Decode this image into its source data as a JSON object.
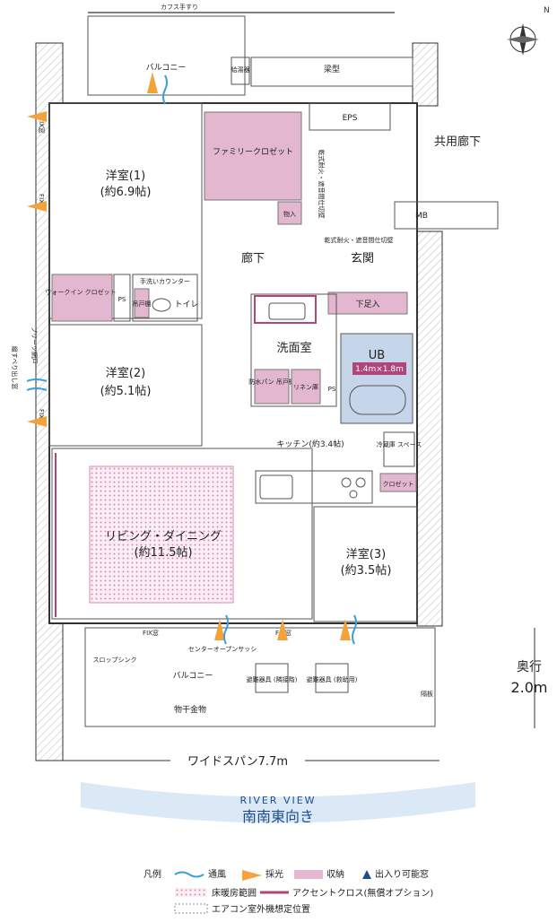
{
  "top": {
    "handrail": "カフス手すり",
    "beam": "梁型",
    "vent": "給湯器",
    "balcony": "バルコニー"
  },
  "rooms": {
    "western1": {
      "name": "洋室(1)",
      "size": "(約6.9帖)"
    },
    "western2": {
      "name": "洋室(2)",
      "size": "(約5.1帖)"
    },
    "western3": {
      "name": "洋室(3)",
      "size": "(約3.5帖)"
    },
    "living": {
      "name": "リビング・ダイニング",
      "size": "(約11.5帖)"
    },
    "kitchen": "キッチン(約3.4帖)",
    "corridor": "廊下",
    "entrance": "玄関",
    "washroom": "洗面室",
    "toilet": "トイレ",
    "common_corridor": "共用廊下"
  },
  "storage": {
    "family_closet": "ファミリークロゼット",
    "walk_in_closet": "ウォークイン\nクロゼット",
    "storage_in": "物入",
    "shoe_box": "下足入",
    "closet": "クロゼット",
    "linen": "リネン庫",
    "waterproof_pan": "防水パン\n吊戸棚",
    "hand_wash": "手洗いカウンター",
    "hanging_shelf": "吊戸棚",
    "fridge": "冷蔵庫\nスペース"
  },
  "labels": {
    "eps": "EPS",
    "mb": "MB",
    "ps1": "PS",
    "ps2": "PS",
    "fire_door1": "乾式耐火・遮音間仕切壁",
    "fire_door2": "乾式耐火・遮音間仕切壁",
    "ub": "UB",
    "ub_size": "1.4m×1.8m",
    "fix1": "FIX窓",
    "fix2": "FIX窓",
    "center_open": "センターオープンサッシ",
    "slop_sink": "スロップシンク",
    "bottom_balcony": "バルコニー",
    "evac1": "避難器具\n(隣接階)",
    "evac2": "避難器具\n(救助用)",
    "laundry": "物干金物",
    "partition": "隔板",
    "pleats": "プリーツ網戸",
    "side_window1": "縦すべり出し窓",
    "fix_side1": "FIX窓",
    "fix_side2": "FIX窓",
    "fix_side3": "FIX窓"
  },
  "dimensions": {
    "width": "ワイドスパン7.7m",
    "depth_label": "奥行",
    "depth": "2.0m"
  },
  "orientation": {
    "river": "RIVER VIEW",
    "facing": "南南東向き"
  },
  "legend": {
    "title": "凡例",
    "wind": "通風",
    "light": "採光",
    "storage": "収納",
    "door": "出入り可能窓",
    "floor_heating": "床暖房範囲",
    "accent": "アクセントクロス(無償オプション)",
    "ac": "エアコン室外機想定位置"
  },
  "colors": {
    "storage": "#e3b7cf",
    "accent": "#b0457a",
    "wind": "#3aa0d8",
    "light": "#f4a23a",
    "door": "#1e4e8c",
    "ub": "#c6d6ea"
  }
}
